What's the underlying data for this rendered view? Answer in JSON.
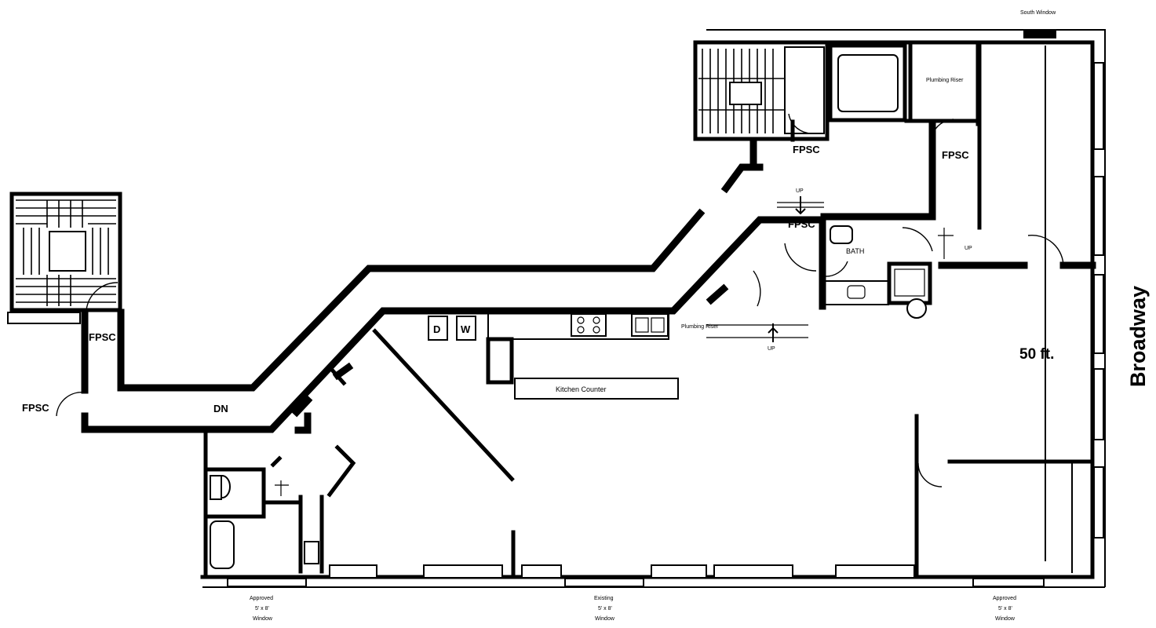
{
  "labels": {
    "fpsc": "FPSC",
    "dn": "DN",
    "up": "UP",
    "bath": "BATH",
    "dryer": "D",
    "washer": "W",
    "kitchen_counter": "Kitchen Counter",
    "plumbing_riser": "Plumbing Riser",
    "plumbing_riser_top": "Plumbing Riser",
    "dimension": "50 ft.",
    "street": "Broadway",
    "south_window": "South Window"
  },
  "windows": [
    {
      "line1": "Approved",
      "line2": "5' x 8'",
      "line3": "Window"
    },
    {
      "line1": "Existing",
      "line2": "5' x 8'",
      "line3": "Window"
    },
    {
      "line1": "Approved",
      "line2": "5' x 8'",
      "line3": "Window"
    }
  ]
}
